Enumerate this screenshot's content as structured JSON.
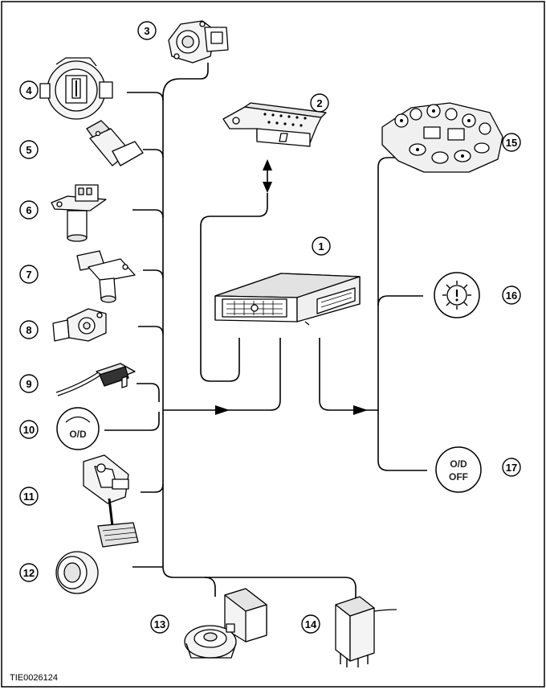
{
  "diagram": {
    "reference_code": "TIE0026124",
    "callouts": [
      "1",
      "2",
      "3",
      "4",
      "5",
      "6",
      "7",
      "8",
      "9",
      "10",
      "11",
      "12",
      "13",
      "14",
      "15",
      "16",
      "17"
    ],
    "indicator_labels": {
      "od_lamp": "O/D",
      "od_off_line1": "O/D",
      "od_off_line2": "OFF"
    },
    "icons": {
      "warning": "exclamation-gear-icon"
    }
  }
}
